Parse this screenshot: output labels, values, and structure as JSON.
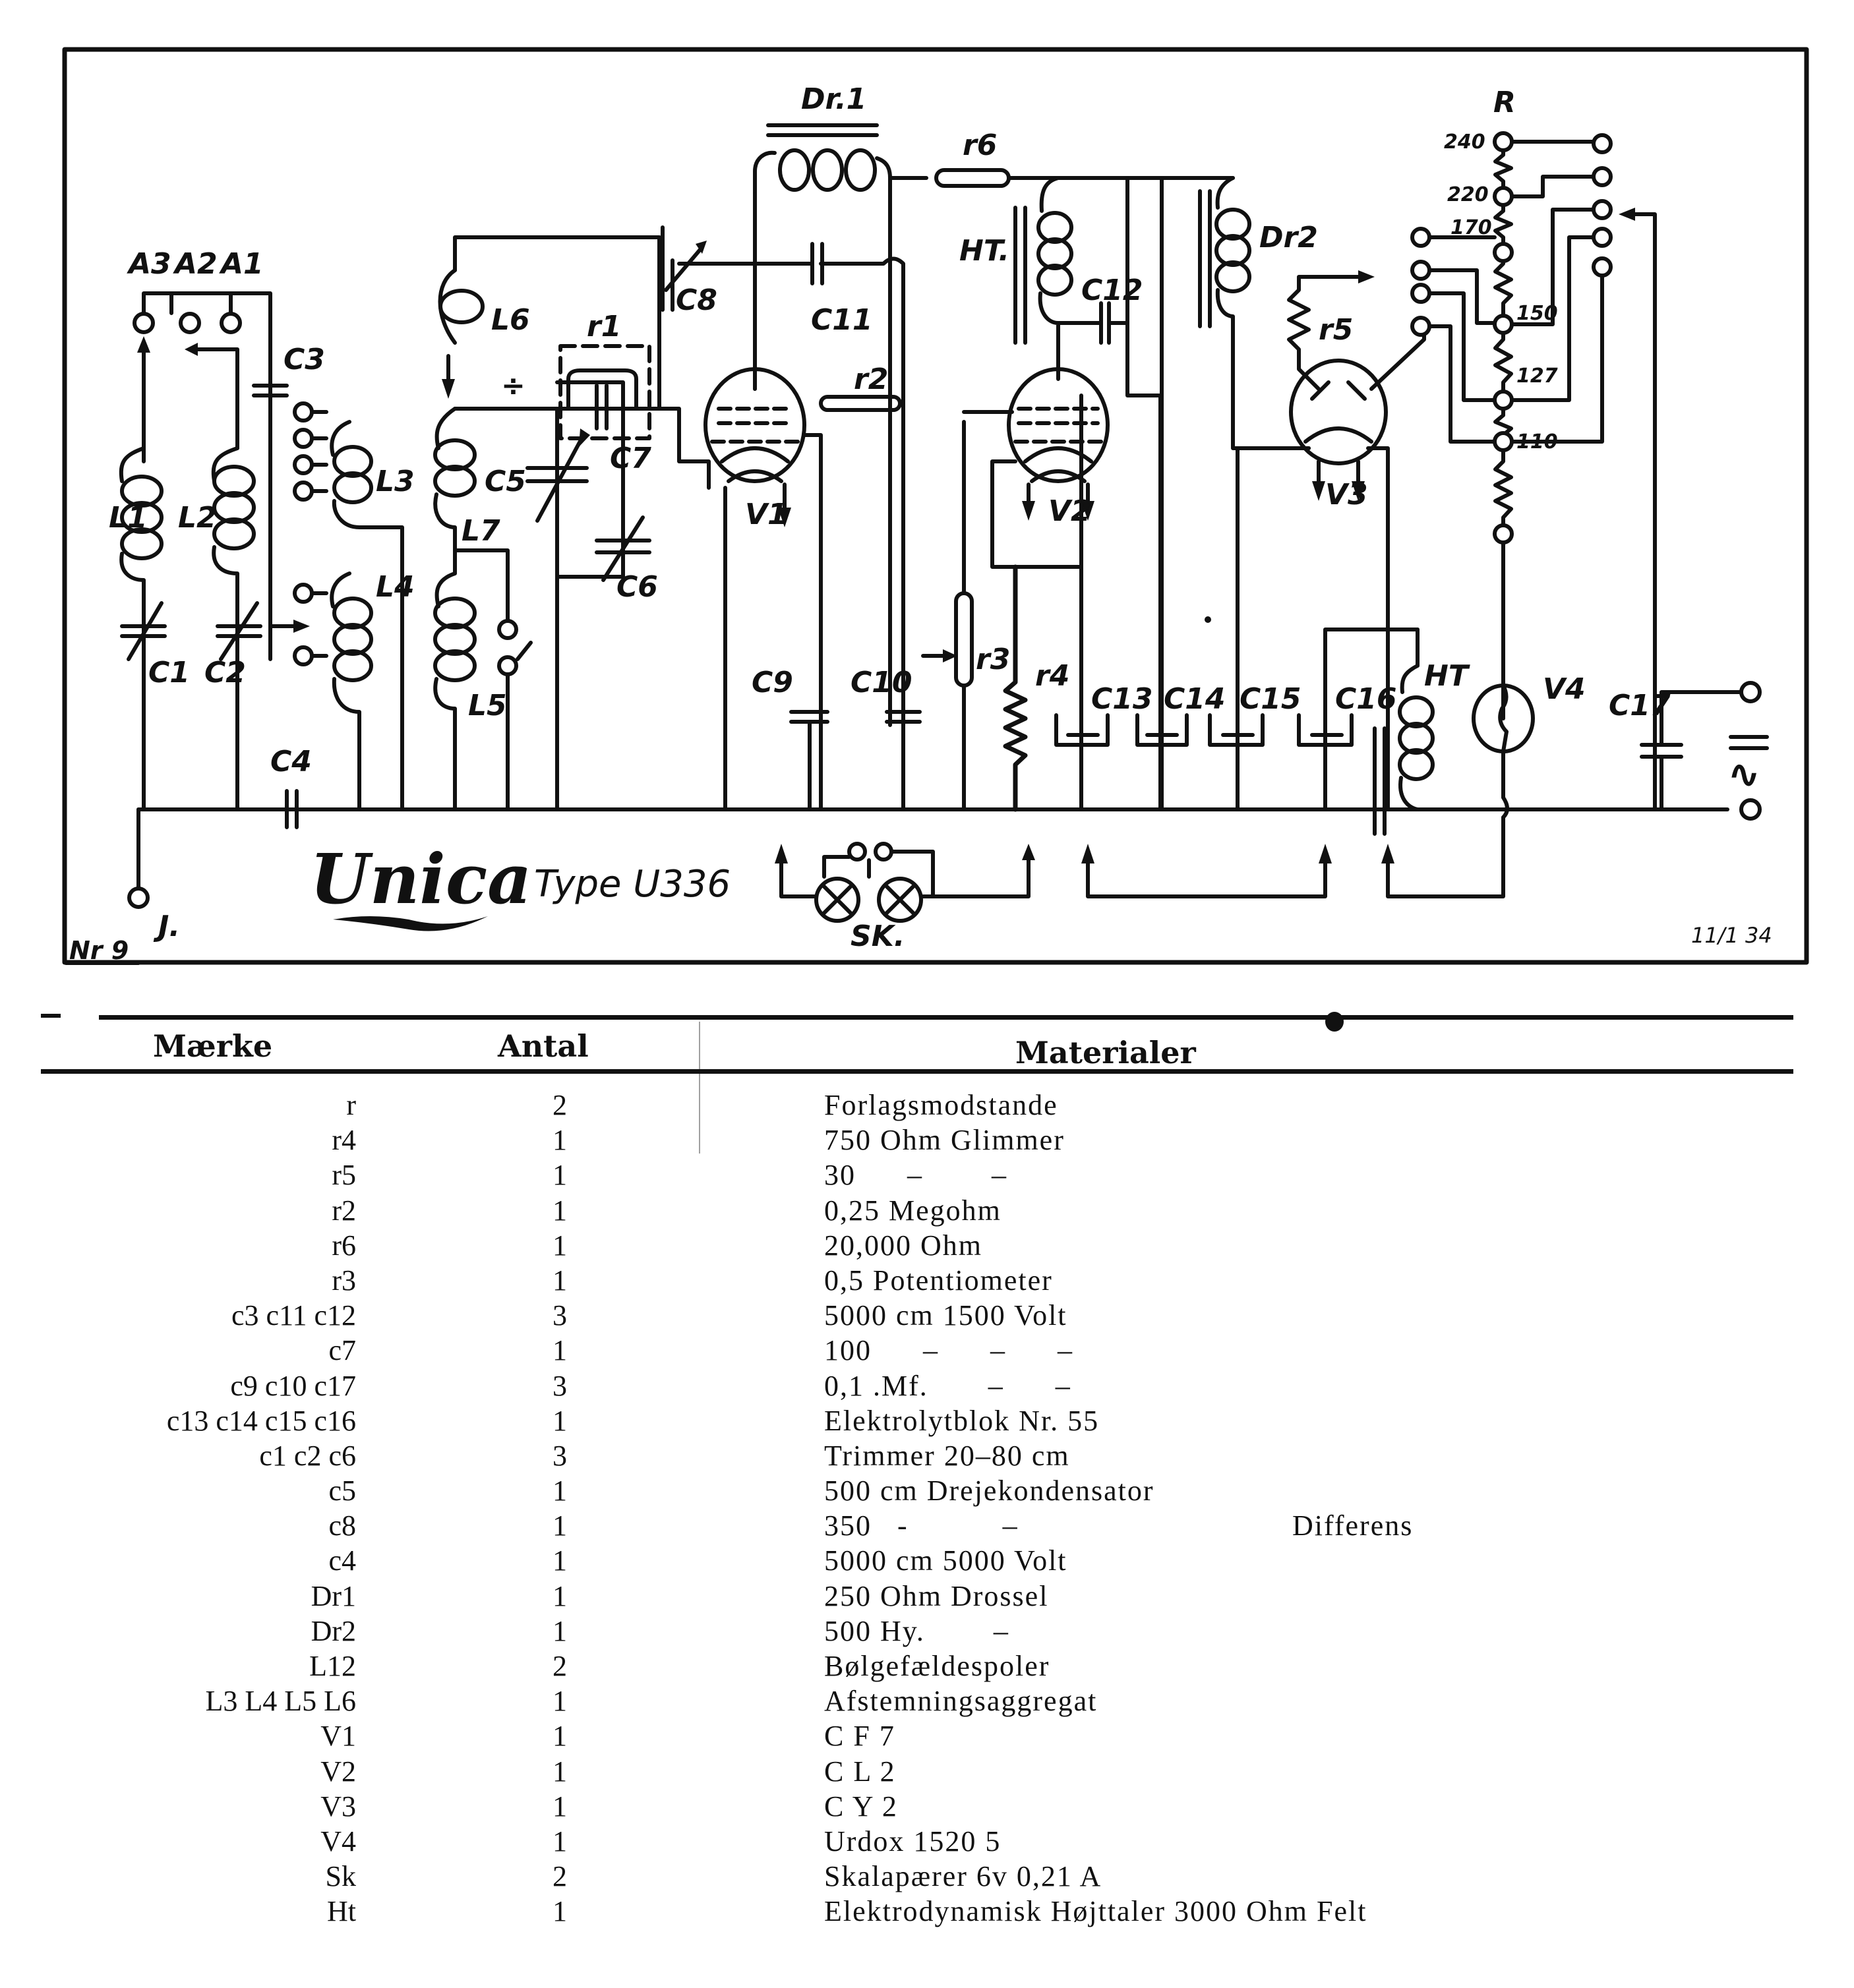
{
  "schematic": {
    "title_logo": "Unica",
    "type_label": "Type U336",
    "sheet_number": "Nr 9",
    "signature": "11/1 34",
    "labels": {
      "A3": "A3",
      "A2": "A2",
      "A1": "A1",
      "L1": "L1",
      "L2": "L2",
      "L3": "L3",
      "L4": "L4",
      "L5": "L5",
      "L6": "L6",
      "L7": "L7",
      "C1": "C1",
      "C2": "C2",
      "C3": "C3",
      "C4": "C4",
      "C5": "C5",
      "C6": "C6",
      "C7": "C7",
      "C8": "C8",
      "C9": "C9",
      "C10": "C10",
      "C11": "C11",
      "C12": "C12",
      "C13": "C13",
      "C14": "C14",
      "C15": "C15",
      "C16": "C16",
      "C17": "C17",
      "r1": "r1",
      "r2": "r2",
      "r3": "r3",
      "r4": "r4",
      "r5": "r5",
      "r6": "r6",
      "Dr1": "Dr.1",
      "Dr2": "Dr2",
      "HT1": "HT.",
      "HT2": "HT",
      "V1": "V1",
      "V2": "V2",
      "V3": "V3",
      "V4": "V4",
      "R": "R",
      "SK": "SK.",
      "J": "J.",
      "divide": "÷"
    },
    "voltage_taps": [
      "240",
      "220",
      "170",
      "150",
      "127",
      "110"
    ]
  },
  "parts_table": {
    "headers": {
      "mark": "Mærke",
      "qty": "Antal",
      "materials": "Materialer"
    },
    "rows": [
      {
        "mark": "r",
        "qty": "2",
        "material": "Forlagsmodstande",
        "extra": ""
      },
      {
        "mark": "r4",
        "qty": "1",
        "material": "750 Ohm Glimmer",
        "extra": ""
      },
      {
        "mark": "r5",
        "qty": "1",
        "material": "30      –        –",
        "extra": ""
      },
      {
        "mark": "r2",
        "qty": "1",
        "material": "0,25 Megohm",
        "extra": ""
      },
      {
        "mark": "r6",
        "qty": "1",
        "material": "20,000 Ohm",
        "extra": ""
      },
      {
        "mark": "r3",
        "qty": "1",
        "material": "0,5 Potentiometer",
        "extra": ""
      },
      {
        "mark": "c3 c11 c12",
        "qty": "3",
        "material": "5000 cm 1500 Volt",
        "extra": ""
      },
      {
        "mark": "c7",
        "qty": "1",
        "material": "100      –      –      –",
        "extra": ""
      },
      {
        "mark": "c9 c10 c17",
        "qty": "3",
        "material": "0,1 .Mf.       –      –",
        "extra": ""
      },
      {
        "mark": "c13 c14 c15 c16",
        "qty": "1",
        "material": "Elektrolytblok Nr. 55",
        "extra": ""
      },
      {
        "mark": "c1 c2 c6",
        "qty": "3",
        "material": "Trimmer 20–80 cm",
        "extra": ""
      },
      {
        "mark": "c5",
        "qty": "1",
        "material": "500 cm Drejekondensator",
        "extra": ""
      },
      {
        "mark": "c8",
        "qty": "1",
        "material": "350   -           –",
        "extra": "Differens"
      },
      {
        "mark": "c4",
        "qty": "1",
        "material": "5000 cm 5000 Volt",
        "extra": ""
      },
      {
        "mark": "Dr1",
        "qty": "1",
        "material": "250 Ohm Drossel",
        "extra": ""
      },
      {
        "mark": "Dr2",
        "qty": "1",
        "material": "500 Hy.        –",
        "extra": ""
      },
      {
        "mark": "L12",
        "qty": "2",
        "material": "Bølgefældespoler",
        "extra": ""
      },
      {
        "mark": "L3 L4 L5 L6",
        "qty": "1",
        "material": "Afstemningsaggregat",
        "extra": ""
      },
      {
        "mark": "V1",
        "qty": "1",
        "material": "C F 7",
        "extra": ""
      },
      {
        "mark": "V2",
        "qty": "1",
        "material": "C L 2",
        "extra": ""
      },
      {
        "mark": "V3",
        "qty": "1",
        "material": "C Y 2",
        "extra": ""
      },
      {
        "mark": "V4",
        "qty": "1",
        "material": "Urdox 1520 5",
        "extra": ""
      },
      {
        "mark": "Sk",
        "qty": "2",
        "material": "Skalapærer 6v 0,21 A",
        "extra": ""
      },
      {
        "mark": "Ht",
        "qty": "1",
        "material": "Elektrodynamisk Højttaler 3000 Ohm Felt",
        "extra": ""
      }
    ]
  }
}
